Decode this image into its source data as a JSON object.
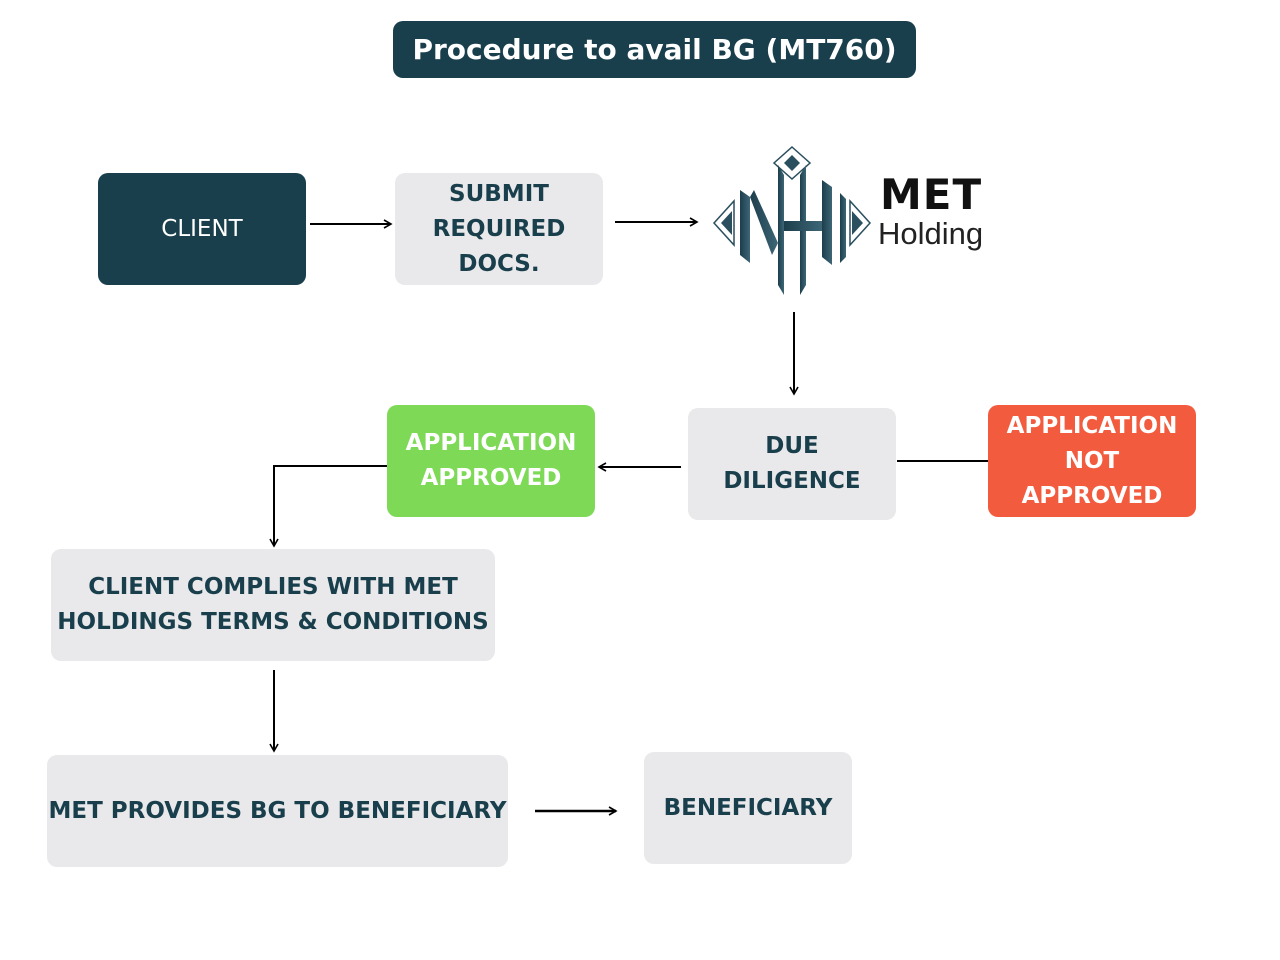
{
  "title": "Procedure to avail BG (MT760)",
  "colors": {
    "primary_dark": "#193e4c",
    "box_gray": "#e9e9eb",
    "approved_green": "#7ed957",
    "rejected_red": "#f35b3f"
  },
  "logo": {
    "icon": "mh-monogram-icon",
    "name_top": "MET",
    "name_bottom": "Holding"
  },
  "nodes": {
    "client": "CLIENT",
    "submit_docs": "SUBMIT\nREQUIRED\nDOCS.",
    "due_diligence": "DUE\nDILIGENCE",
    "approved": "APPLICATION\nAPPROVED",
    "not_approved": "APPLICATION\nNOT\nAPPROVED",
    "complies": "CLIENT COMPLIES WITH MET\nHOLDINGS TERMS & CONDITIONS",
    "provides_bg": "MET PROVIDES BG TO BENEFICIARY",
    "beneficiary": "BENEFICIARY"
  },
  "edges": [
    {
      "from": "client",
      "to": "submit_docs"
    },
    {
      "from": "submit_docs",
      "to": "met_holding"
    },
    {
      "from": "met_holding",
      "to": "due_diligence"
    },
    {
      "from": "due_diligence",
      "to": "approved"
    },
    {
      "from": "due_diligence",
      "to": "not_approved"
    },
    {
      "from": "approved",
      "to": "complies"
    },
    {
      "from": "complies",
      "to": "provides_bg"
    },
    {
      "from": "provides_bg",
      "to": "beneficiary"
    }
  ]
}
